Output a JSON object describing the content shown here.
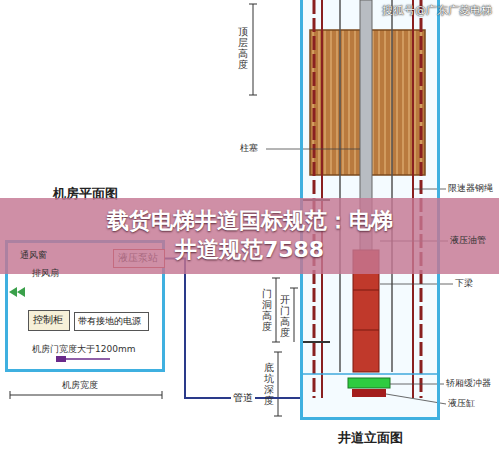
{
  "diagram": {
    "title": "载货电梯井道国标规范：电梯井道规范7588",
    "nodes": [
      {
        "text": [
          "机房平面图"
        ]
      },
      {
        "text": [
          "液压泵站"
        ],
        "in": 0
      },
      {
        "text": [
          "控制柜"
        ],
        "in": 0
      },
      {
        "text": [
          "带有接地的电源"
        ],
        "in": 0
      },
      {
        "text": [
          "井道立面图"
        ]
      }
    ],
    "edges": [
      {
        "from": 1,
        "to": 4,
        "label": "管道",
        "arrow": "none"
      }
    ],
    "labels": [
      "通风窗",
      "排风扇",
      "机房门宽度大于1200mm",
      "机房宽度",
      "顶层高度",
      "柱塞",
      "门洞高度",
      "开门高度",
      "底坑深度",
      "限速器钢绳",
      "液压油管",
      "下梁",
      "轿厢缓冲器",
      "液压缸",
      "搜狐号@广东广菱电梯"
    ]
  }
}
